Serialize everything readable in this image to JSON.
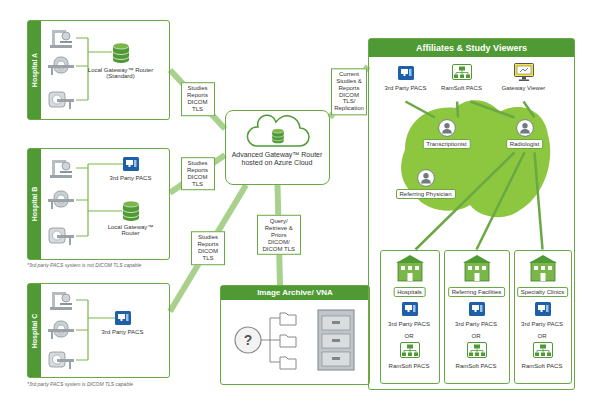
{
  "diagram": {
    "nodes": [
      {
        "text": [
          "Hospital A"
        ]
      },
      {
        "text": [
          "Local Gateway™ Router (Standard)"
        ],
        "in": 0
      },
      {
        "text": [
          "Hospital B"
        ]
      },
      {
        "text": [
          "3rd Party PACS"
        ],
        "in": 2
      },
      {
        "text": [
          "Local Gateway™ Router"
        ],
        "in": 2
      },
      {
        "text": [
          "Hospital C"
        ]
      },
      {
        "text": [
          "3rd Party PACS"
        ],
        "in": 5
      },
      {
        "text": [
          "Advanced Gateway™ Router hosted on Azure Cloud"
        ]
      },
      {
        "text": [
          "Image Archive/ VNA"
        ]
      },
      {
        "text": [
          "Affiliates & Study Viewers"
        ]
      },
      {
        "text": [
          "3rd Party PACS"
        ],
        "in": 9
      },
      {
        "text": [
          "RamSoft PACS"
        ],
        "in": 9
      },
      {
        "text": [
          "Gateway Viewer"
        ],
        "in": 9
      },
      {
        "text": [
          "Transcriptionist"
        ],
        "in": 9
      },
      {
        "text": [
          "Radiologist"
        ],
        "in": 9
      },
      {
        "text": [
          "Referring Physician"
        ],
        "in": 9
      },
      {
        "text": [
          "Hospitals",
          "3rd Party PACS",
          "OR",
          "RamSoft PACS"
        ],
        "in": 9
      },
      {
        "text": [
          "Referring Facilities",
          "3rd Party PACS",
          "OR",
          "RamSoft PACS"
        ],
        "in": 9
      },
      {
        "text": [
          "Specialty Clinics",
          "3rd Party PACS",
          "OR",
          "RamSoft PACS"
        ],
        "in": 9
      }
    ],
    "edges": [
      {
        "from": 0,
        "to": 7,
        "label": "Studies Reports DICOM TLS",
        "arrow": "none"
      },
      {
        "from": 2,
        "to": 7,
        "label": "Studies Reports DICOM TLS",
        "arrow": "none"
      },
      {
        "from": 5,
        "to": 7,
        "label": "Studies Reports DICOM TLS",
        "arrow": "none"
      },
      {
        "from": 7,
        "to": 8,
        "label": "Query/ Retrieve & Priors DICOM/ DICOM TLS",
        "arrow": "none"
      },
      {
        "from": 7,
        "to": 9,
        "label": "Current Studies & Reports DICOM TLS/ Replication",
        "arrow": "none"
      },
      {
        "from": 10,
        "to": 13,
        "arrow": "none"
      },
      {
        "from": 11,
        "to": 13,
        "arrow": "none"
      },
      {
        "from": 11,
        "to": 14,
        "arrow": "none"
      },
      {
        "from": 12,
        "to": 14,
        "arrow": "none"
      },
      {
        "from": 14,
        "to": 16,
        "arrow": "none"
      },
      {
        "from": 14,
        "to": 17,
        "arrow": "none"
      },
      {
        "from": 14,
        "to": 18,
        "arrow": "none"
      }
    ],
    "labels": [
      "*3rd party PACS system is not DICOM TLS capable",
      "*3rd party PACS system is DICOM TLS capable",
      "?"
    ]
  }
}
